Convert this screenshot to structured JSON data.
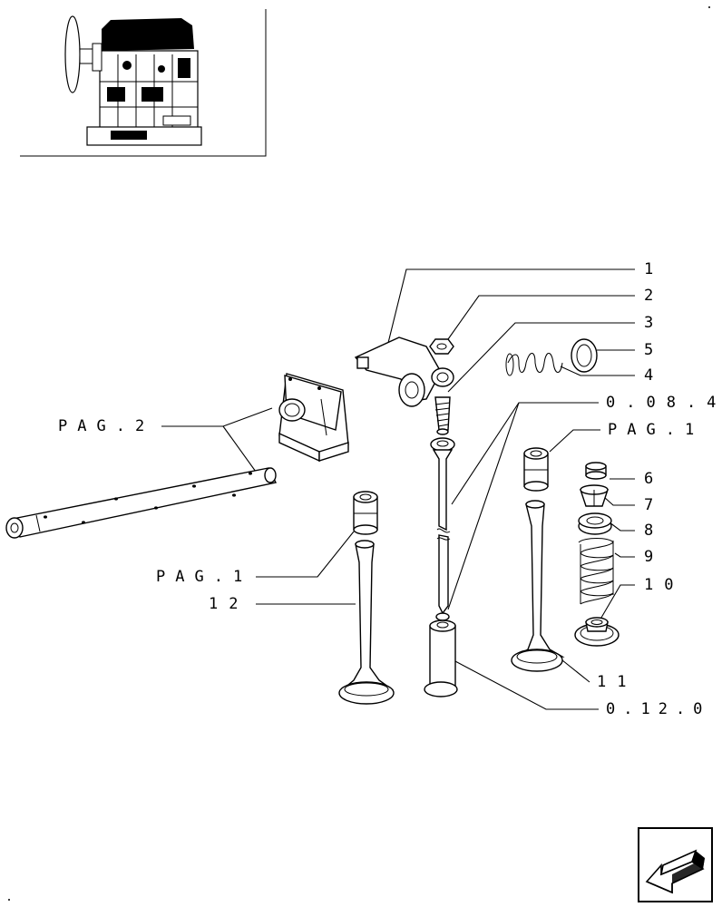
{
  "callouts": {
    "c1": "1",
    "c2": "2",
    "c3": "3",
    "c4": "4",
    "c5": "5",
    "c6": "6",
    "c7": "7",
    "c8": "8",
    "c9": "9",
    "c10": "10",
    "c11": "11",
    "c12": "12",
    "pag2": "PAG.2",
    "pag1_right": "PAG.1",
    "pag1_left": "PAG.1",
    "ref_084": "0.08.4",
    "ref_0120": "0.12.0"
  },
  "icons": {
    "thumbnail": "engine-thumbnail-icon",
    "navigation": "back-arrow-icon"
  }
}
